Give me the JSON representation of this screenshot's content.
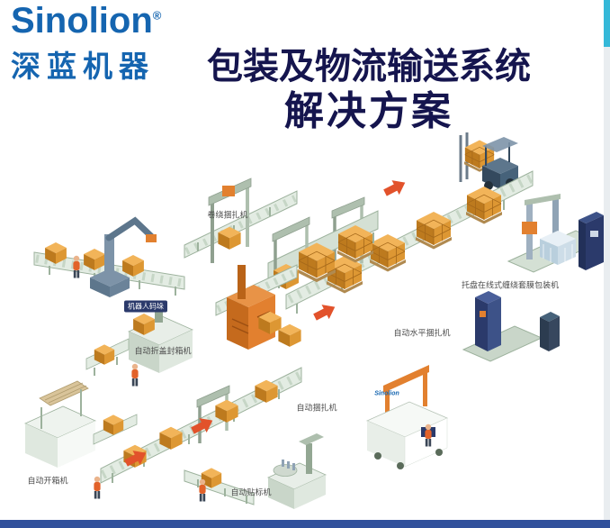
{
  "page": {
    "background": "#ffffff",
    "bottom_bar_color": "#31519c",
    "accent_color": "#35b8d8"
  },
  "header": {
    "logo_text": "Sinolion",
    "logo_reg": "®",
    "logo_subtext": "深蓝机器",
    "logo_color": "#1565b0",
    "title_line1": "包装及物流输送系统",
    "title_line2": "解决方案",
    "title_color": "#15154e"
  },
  "diagram": {
    "machine_brand": "Sinolion",
    "colors": {
      "conveyor": "#e3ece3",
      "box_orange": "#dd9733",
      "machine_orange": "#e2802f",
      "machine_navy": "#2b3a6b",
      "arrow_red": "#e2522b"
    },
    "labels": [
      {
        "id": "coil-strapper",
        "text": "卷绕捆扎机"
      },
      {
        "id": "robot-palletizer",
        "text": "机器人码垛"
      },
      {
        "id": "carton-sealer",
        "text": "自动折盖封箱机"
      },
      {
        "id": "pallet-wrapper",
        "text": "托盘在线式缠绕套膜包装机"
      },
      {
        "id": "horizontal-strapper",
        "text": "自动水平捆扎机"
      },
      {
        "id": "auto-strapper",
        "text": "自动捆扎机"
      },
      {
        "id": "case-erector",
        "text": "自动开箱机"
      },
      {
        "id": "labeling-machine",
        "text": "自动贴标机"
      }
    ]
  }
}
